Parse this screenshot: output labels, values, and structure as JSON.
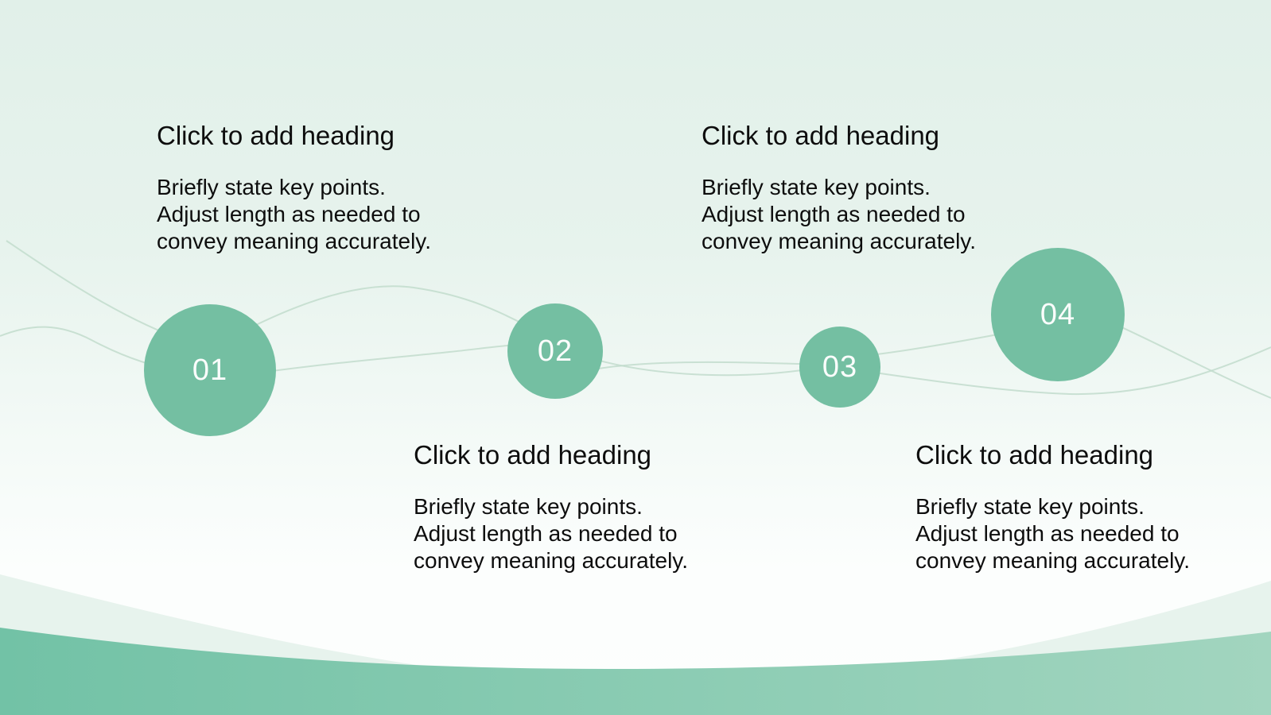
{
  "slide": {
    "accent_color": "#74bfa2",
    "background_top_color": "#e1f0e9",
    "background_bottom_color": "#fdfefd",
    "wave_light_color": "#e7f3ed",
    "wave_green_left_color": "#72c2a6",
    "wave_green_right_color": "#a2d5bf",
    "connector_line_color": "#c2dccd",
    "number_text_color": "#fbfdfc",
    "text_color": "#0d0d0d"
  },
  "steps": [
    {
      "number": "01",
      "heading": "Click to add heading",
      "body_lines": [
        "Briefly state key points.",
        "Adjust length as needed to",
        "convey meaning accurately."
      ]
    },
    {
      "number": "02",
      "heading": "Click to add heading",
      "body_lines": [
        "Briefly state key points.",
        "Adjust length as needed to",
        "convey meaning accurately."
      ]
    },
    {
      "number": "03",
      "heading": "Click to add heading",
      "body_lines": [
        "Briefly state key points.",
        "Adjust length as needed to",
        "convey meaning accurately."
      ]
    },
    {
      "number": "04",
      "heading": "Click to add heading",
      "body_lines": [
        "Briefly state key points.",
        "Adjust length as needed to",
        "convey meaning accurately."
      ]
    }
  ]
}
